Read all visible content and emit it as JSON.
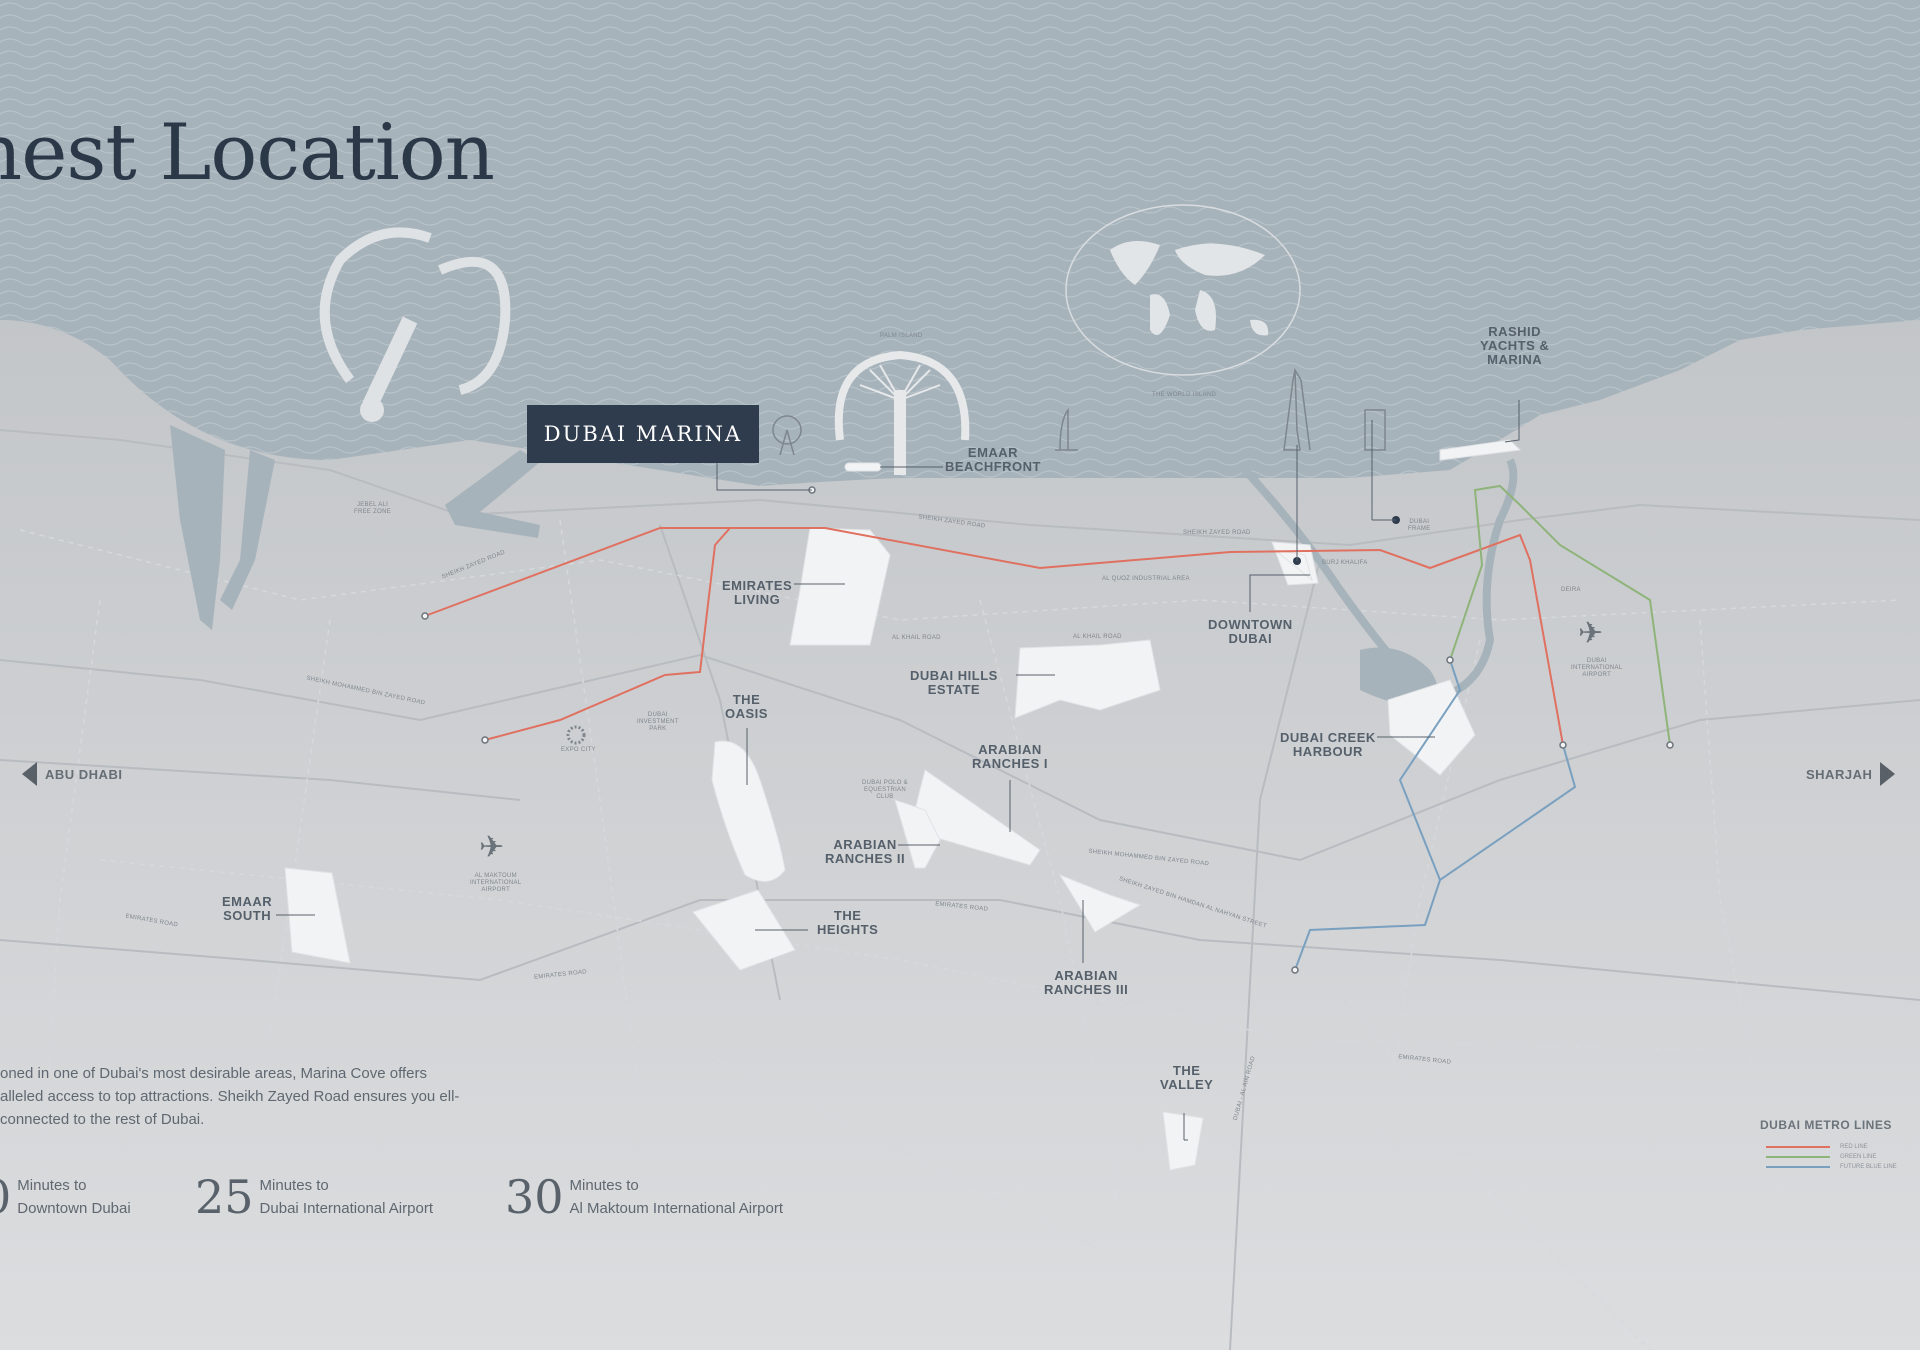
{
  "title": "nest Location",
  "feature_label": "DUBAI MARINA",
  "labels": {
    "emaar_beachfront": "EMAAR\nBEACHFRONT",
    "rashid_yachts": "RASHID\nYACHTS &\nMARINA",
    "emirates_living": "EMIRATES\nLIVING",
    "downtown_dubai": "DOWNTOWN\nDUBAI",
    "dubai_hills": "DUBAI HILLS\nESTATE",
    "the_oasis": "THE\nOASIS",
    "arabian_ranches_1": "ARABIAN\nRANCHES I",
    "arabian_ranches_2": "ARABIAN\nRANCHES II",
    "dubai_creek": "DUBAI CREEK\nHARBOUR",
    "emaar_south": "EMAAR\nSOUTH",
    "the_heights": "THE\nHEIGHTS",
    "arabian_ranches_3": "ARABIAN\nRANCHES III",
    "the_valley": "THE\nVALLEY"
  },
  "small_labels": {
    "palm_island": "PALM ISLAND",
    "world_island": "THE WORLD ISLAND",
    "jebel_ali": "JEBEL ALI\nFREE ZONE",
    "szr_1": "SHEIKH ZAYED ROAD",
    "szr_2": "SHEIKH ZAYED ROAD",
    "szr_3": "SHEIKH ZAYED ROAD",
    "dubai_frame": "DUBAI\nFRAME",
    "burj_khalifa": "BURJ KHALIFA",
    "al_quoz": "AL QUOZ INDUSTRIAL AREA",
    "deira": "DEIRA",
    "dxb": "DUBAI\nINTERNATIONAL\nAIRPORT",
    "al_khail_1": "AL KHAIL ROAD",
    "al_khail_2": "AL KHAIL ROAD",
    "smbz_1": "SHEIKH MOHAMMED BIN ZAYED ROAD",
    "smbz_2": "SHEIKH MOHAMMED BIN ZAYED ROAD",
    "investment_park": "DUBAI\nINVESTMENT\nPARK",
    "expo_city": "EXPO CITY",
    "polo": "DUBAI POLO &\nEQUESTRIAN\nCLUB",
    "dwc": "AL MAKTOUM\nINTERNATIONAL\nAIRPORT",
    "emirates_road_1": "EMIRATES ROAD",
    "emirates_road_2": "EMIRATES ROAD",
    "emirates_road_3": "EMIRATES ROAD",
    "emirates_road_4": "EMIRATES ROAD",
    "bin_hamdan": "SHEIKH ZAYED BIN HAMDAN AL NAHYAN STREET",
    "dubai_al_ain": "DUBAI - AL AIN ROAD"
  },
  "nav": {
    "left": "ABU DHABI",
    "right": "SHARJAH"
  },
  "description": "oned in one of Dubai's most desirable areas, Marina Cove offers alleled access to top attractions. Sheikh Zayed Road ensures you ell-connected to the rest of Dubai.",
  "stats": [
    {
      "num": "0",
      "text": "Minutes to\nDowntown Dubai"
    },
    {
      "num": "25",
      "text": "Minutes to\nDubai International Airport"
    },
    {
      "num": "30",
      "text": "Minutes to\nAl Maktoum International Airport"
    }
  ],
  "legend": {
    "title": "DUBAI METRO LINES",
    "items": [
      {
        "label": "RED LINE",
        "color": "#e07060"
      },
      {
        "label": "GREEN LINE",
        "color": "#8fb47a"
      },
      {
        "label": "FUTURE BLUE LINE",
        "color": "#7aa0c0"
      }
    ]
  },
  "colors": {
    "sea": "#a9b5bd",
    "land": "#c8cbce",
    "district": "#f2f3f4",
    "navy": "#2f3c4e"
  }
}
